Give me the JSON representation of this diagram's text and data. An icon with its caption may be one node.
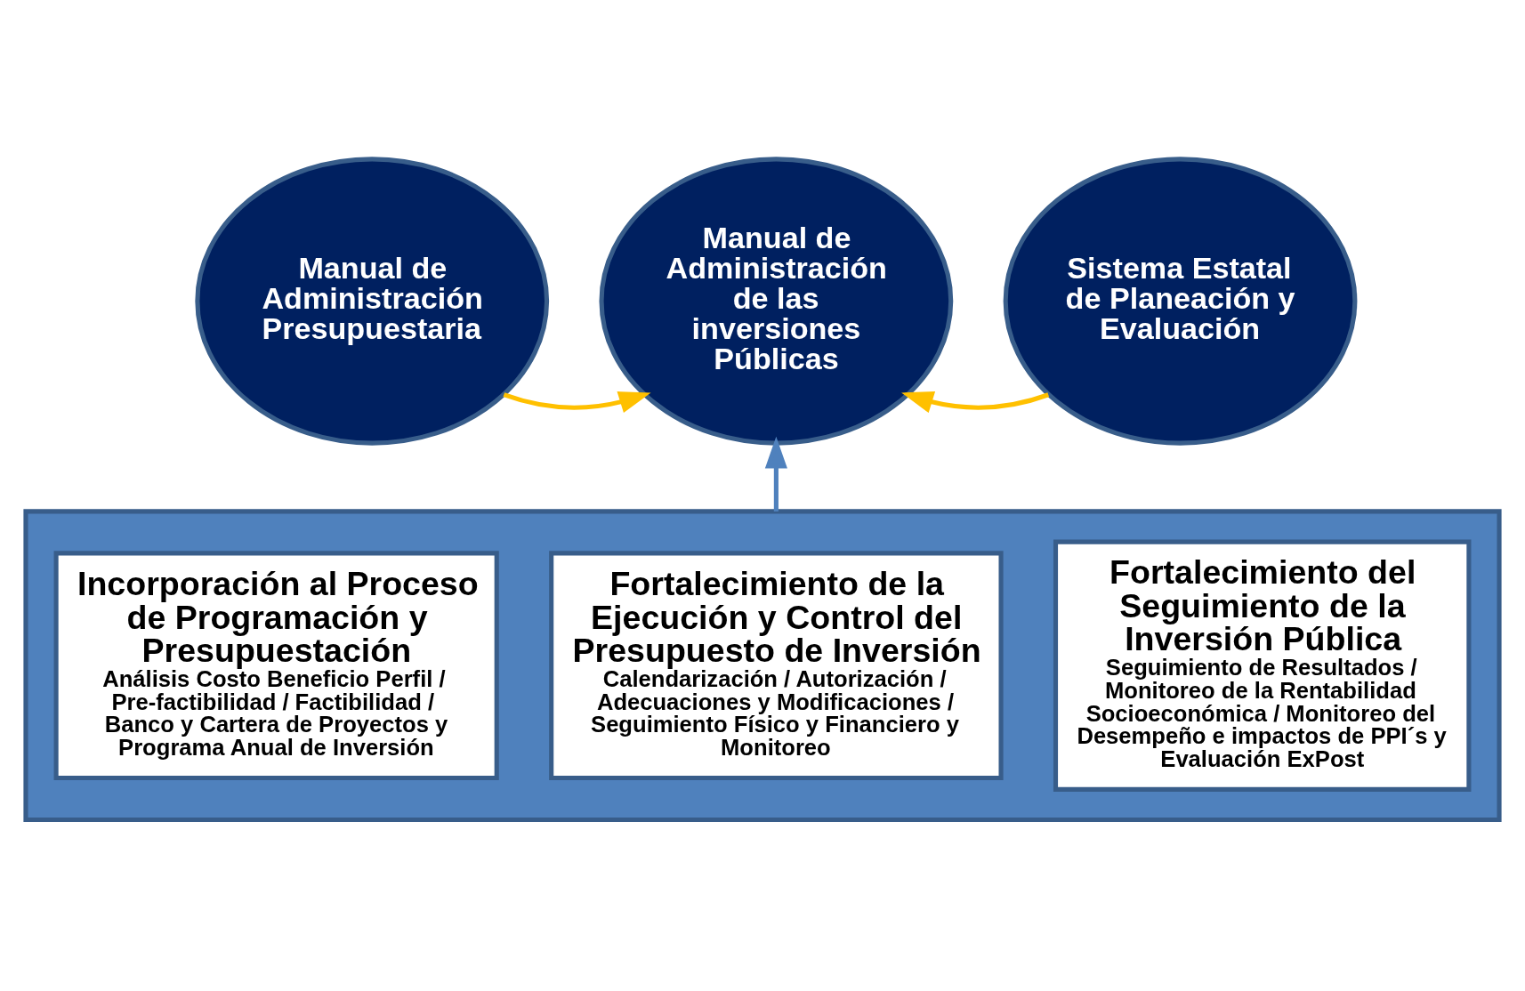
{
  "diagram": {
    "nodes": [
      {
        "text": [
          "Manual de Administración Presupuestaria"
        ]
      },
      {
        "text": [
          "Manual de Administración de las inversiones Públicas"
        ]
      },
      {
        "text": [
          "Sistema Estatal de Planeación y Evaluación"
        ]
      },
      {
        "text": [],
        "shape": "box"
      },
      {
        "text": [
          "Incorporación al Proceso de Programación y Presupuestación",
          "Análisis Costo Beneficio Perfil / Pre-factibilidad / Factibilidad / Banco y Cartera de Proyectos y Programa Anual de Inversión"
        ],
        "in": 3
      },
      {
        "text": [
          "Fortalecimiento de la Ejecución y Control del Presupuesto de Inversión",
          "Calendarización / Autorización / Adecuaciones y Modificaciones / Seguimiento Físico y Financiero y Monitoreo"
        ],
        "in": 3
      },
      {
        "text": [
          "Fortalecimiento del Seguimiento de la Inversión Pública",
          "Seguimiento de Resultados / Monitoreo de la Rentabilidad Socioeconómica / Monitoreo del Desempeño e impactos de PPI´s y Evaluación ExPost"
        ],
        "in": 3
      }
    ],
    "edges": [
      {
        "from": 0,
        "to": 1,
        "arrow": "to"
      },
      {
        "from": 2,
        "to": 1,
        "arrow": "to"
      },
      {
        "from": 3,
        "to": 1,
        "arrow": "to",
        "color": "#4f81bd"
      }
    ]
  }
}
